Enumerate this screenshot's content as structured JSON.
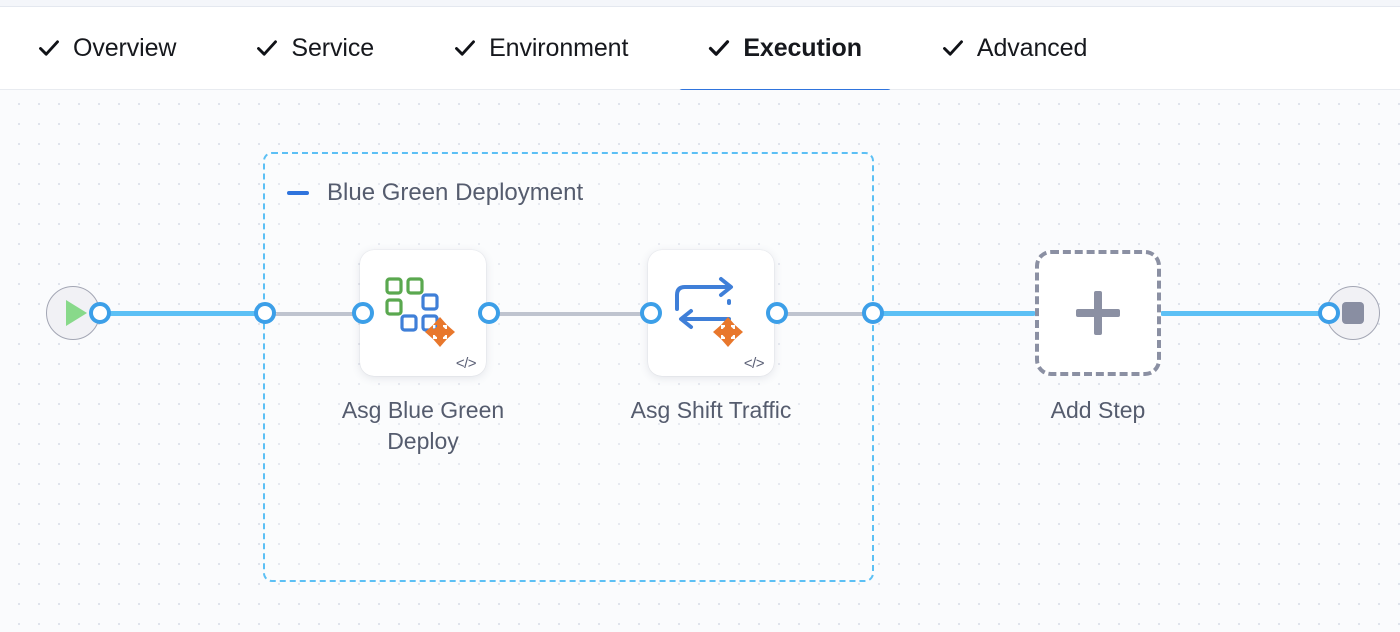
{
  "tabs": [
    {
      "label": "Overview",
      "icon": "check-icon",
      "active": false
    },
    {
      "label": "Service",
      "icon": "check-icon",
      "active": false
    },
    {
      "label": "Environment",
      "icon": "check-icon",
      "active": false
    },
    {
      "label": "Execution",
      "icon": "check-icon",
      "active": true
    },
    {
      "label": "Advanced",
      "icon": "check-icon",
      "active": false
    }
  ],
  "canvas": {
    "group": {
      "title": "Blue Green Deployment",
      "collapse_icon": "minus-icon"
    },
    "start_node": {
      "icon": "play-icon"
    },
    "end_node": {
      "icon": "stop-icon"
    },
    "steps": [
      {
        "label_line1": "Asg Blue Green",
        "label_line2": "Deploy",
        "icon": "asg-blue-green-deploy-icon",
        "badge": "</>"
      },
      {
        "label_line1": "Asg Shift Traffic",
        "label_line2": "",
        "icon": "asg-shift-traffic-icon",
        "badge": "</>"
      }
    ],
    "add_step": {
      "label": "Add Step",
      "icon": "plus-icon"
    }
  },
  "colors": {
    "accent_blue": "#2f74dd",
    "link_blue": "#5cc0f5",
    "connector_blue": "#3c9fe8",
    "dashed_gray": "#bfc4cf",
    "text_gray": "#555c6e",
    "canvas_bg": "#fafbfd",
    "green": "#5aa84f",
    "orange": "#e8772c",
    "node_blue": "#3f7fd8"
  }
}
